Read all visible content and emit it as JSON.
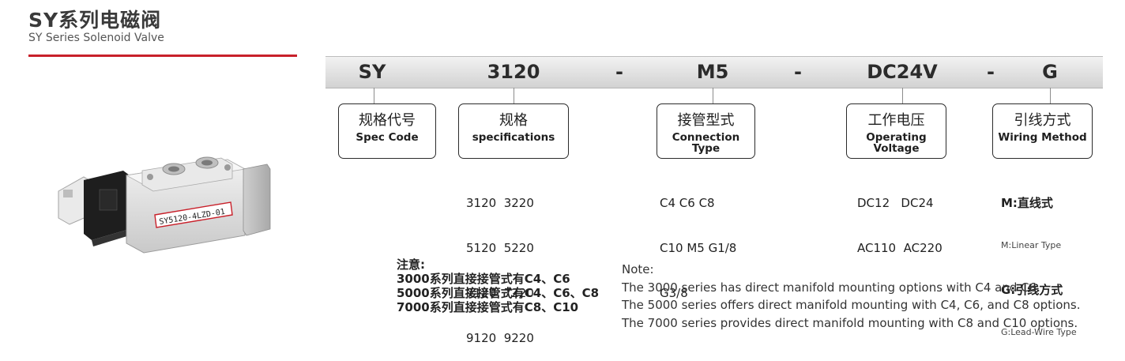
{
  "header": {
    "title_cn": "SY系列电磁阀",
    "title_en": "SY Series Solenoid Valve",
    "accent_color": "#c8202a"
  },
  "product": {
    "label_text": "SY5120-4LZD-01"
  },
  "code_bar": {
    "segments": [
      "SY",
      "3120",
      "-",
      "M5",
      "-",
      "DC24V",
      "-",
      "G"
    ]
  },
  "boxes": [
    {
      "cn": "规格代号",
      "en": "Spec Code"
    },
    {
      "cn": "规格",
      "en": "specifications"
    },
    {
      "cn": "接管型式",
      "en_line1": "Connection",
      "en_line2": "Type"
    },
    {
      "cn": "工作电压",
      "en_line1": "Operating",
      "en_line2": "Voltage"
    },
    {
      "cn": "引线方式",
      "en": "Wiring Method"
    }
  ],
  "options": {
    "specifications": [
      "3120  3220",
      "5120  5220",
      "7120  7220",
      "9120  9220"
    ],
    "connection": [
      "C4 C6 C8",
      "C10 M5 G1/8",
      "G3/8"
    ],
    "voltage": [
      "DC12   DC24",
      "AC110  AC220"
    ],
    "wiring": [
      {
        "main": "M:直线式",
        "sub": "M:Linear Type"
      },
      {
        "main": "G:引线方式",
        "sub": "G:Lead-Wire Type"
      }
    ]
  },
  "notes": {
    "cn": [
      "注意:",
      "3000系列直接接管式有C4、C6",
      "5000系列直接接管式有C4、C6、C8",
      "7000系列直接接管式有C8、C10"
    ],
    "en": [
      "Note:",
      "The 3000 series has direct manifold mounting options with C4 and C6.",
      "The 5000 series offers direct manifold mounting with C4, C6, and C8 options.",
      "The 7000 series provides direct manifold mounting with C8 and C10 options."
    ]
  }
}
